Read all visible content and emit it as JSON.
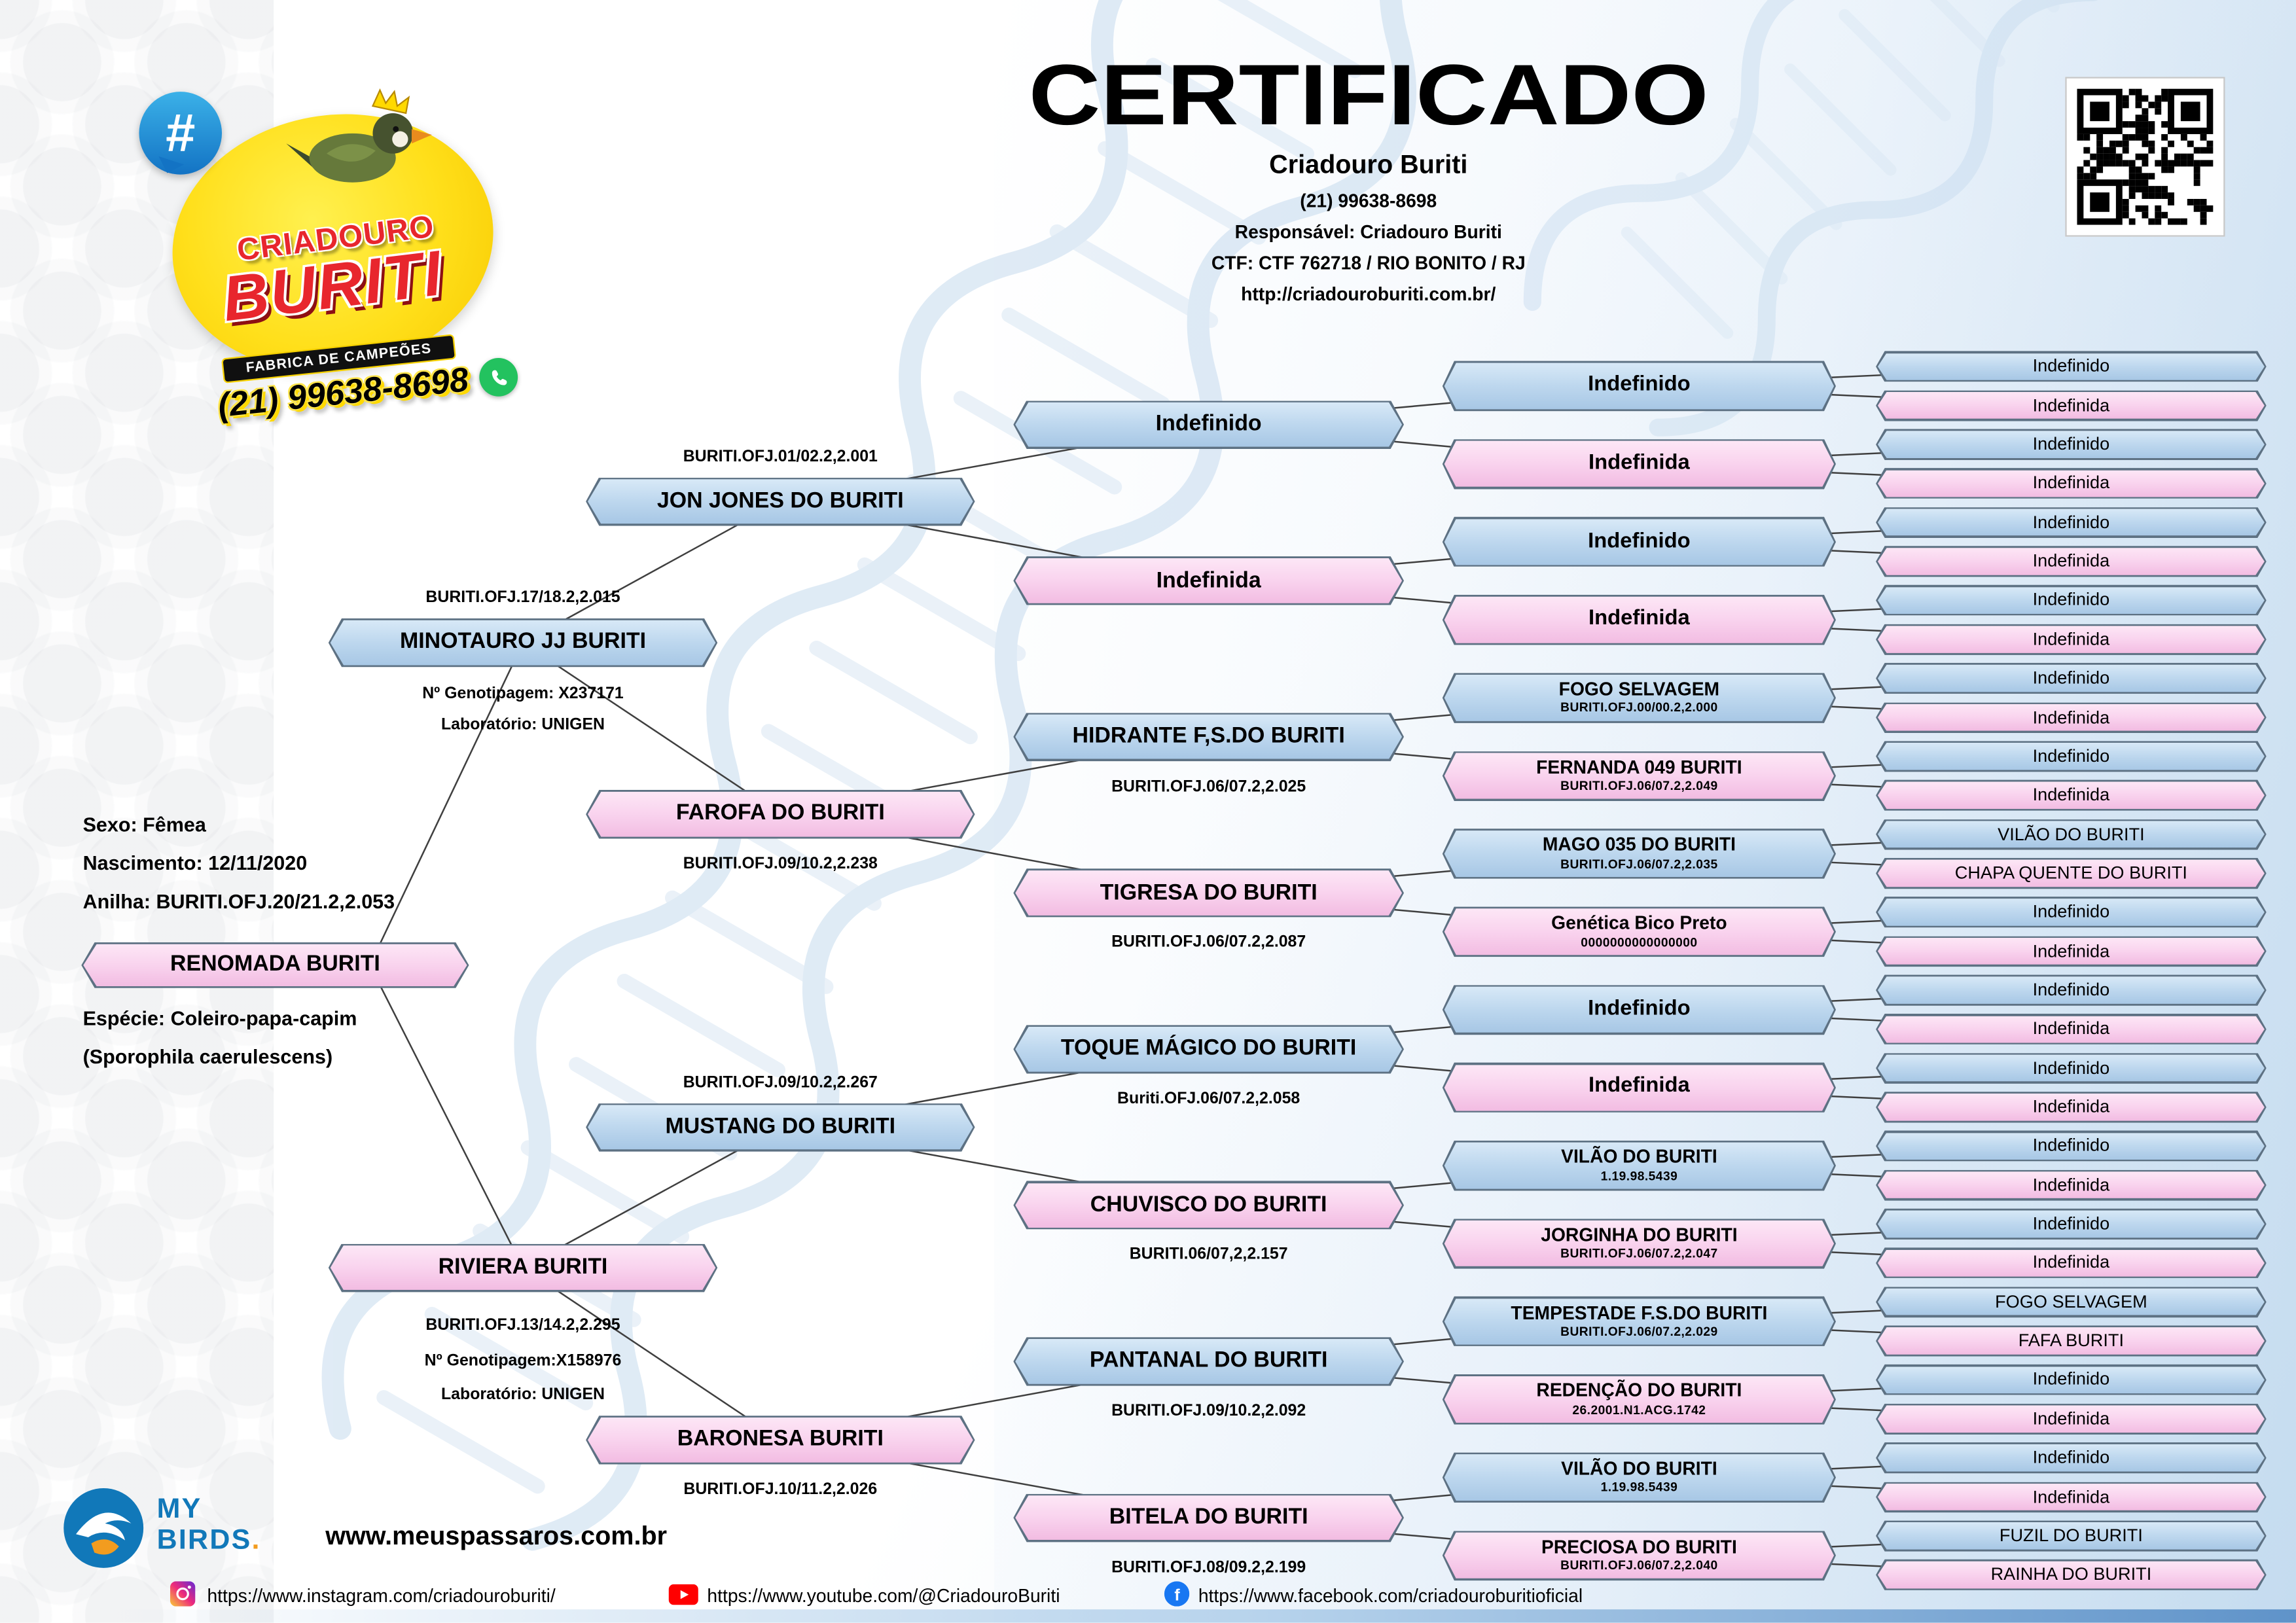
{
  "header": {
    "title": "CERTIFICADO",
    "breeder": "Criadouro Buriti",
    "phone": "(21) 99638-8698",
    "responsible": "Responsável: Criadouro Buriti",
    "ctf": "CTF: CTF 762718 / RIO BONITO / RJ",
    "website": "http://criadouroburiti.com.br/"
  },
  "logo": {
    "hashtag": "#",
    "line1": "CRIADOURO",
    "line2": "BURITI",
    "tagline": "FABRICA DE CAMPEÕES",
    "phone": "(21) 99638-8698"
  },
  "subject": {
    "sex_line": "Sexo: Fêmea",
    "birth_line": "Nascimento: 12/11/2020",
    "ring_line": "Anilha: BURITI.OFJ.20/21.2,2.053",
    "name": "RENOMADA BURITI",
    "species_line": "Espécie: Coleiro-papa-capim",
    "species_scientific": "(Sporophila caerulescens)"
  },
  "pedigree": {
    "gen1": [
      {
        "name": "MINOTAURO JJ BURITI",
        "sex": "m",
        "code_above": "BURITI.OFJ.17/18.2,2.015",
        "geno": "Nº Genotipagem: X237171",
        "lab": "Laboratório: UNIGEN"
      },
      {
        "name": "RIVIERA BURITI",
        "sex": "f",
        "code_below": "BURITI.OFJ.13/14.2,2.295",
        "geno": "Nº Genotipagem:X158976",
        "lab": "Laboratório: UNIGEN"
      }
    ],
    "gen2": [
      {
        "name": "JON JONES DO BURITI",
        "sex": "m",
        "code_above": "BURITI.OFJ.01/02.2,2.001"
      },
      {
        "name": "FAROFA DO BURITI",
        "sex": "f",
        "code_below": "BURITI.OFJ.09/10.2,2.238"
      },
      {
        "name": "MUSTANG DO BURITI",
        "sex": "m",
        "code_above": "BURITI.OFJ.09/10.2,2.267"
      },
      {
        "name": "BARONESA BURITI",
        "sex": "f",
        "code_below": "BURITI.OFJ.10/11.2,2.026"
      }
    ],
    "gen3": [
      {
        "name": "Indefinido",
        "sex": "m"
      },
      {
        "name": "Indefinida",
        "sex": "f"
      },
      {
        "name": "HIDRANTE F,S.DO BURITI",
        "sex": "m",
        "code_below": "BURITI.OFJ.06/07.2,2.025"
      },
      {
        "name": "TIGRESA DO BURITI",
        "sex": "f",
        "code_below": "BURITI.OFJ.06/07.2,2.087"
      },
      {
        "name": "TOQUE MÁGICO DO BURITI",
        "sex": "m",
        "code_below": "Buriti.OFJ.06/07.2,2.058"
      },
      {
        "name": "CHUVISCO DO BURITI",
        "sex": "f",
        "code_below": "BURITI.06/07,2,2.157"
      },
      {
        "name": "PANTANAL DO BURITI",
        "sex": "m",
        "code_below": "BURITI.OFJ.09/10.2,2.092"
      },
      {
        "name": "BITELA DO BURITI",
        "sex": "f",
        "code_below": "BURITI.OFJ.08/09.2,2.199"
      }
    ],
    "gen4": [
      {
        "name": "Indefinido",
        "sex": "m"
      },
      {
        "name": "Indefinida",
        "sex": "f"
      },
      {
        "name": "Indefinido",
        "sex": "m"
      },
      {
        "name": "Indefinida",
        "sex": "f"
      },
      {
        "name": "FOGO SELVAGEM",
        "sex": "m",
        "sub": "BURITI.OFJ.00/00.2,2.000"
      },
      {
        "name": "FERNANDA 049 BURITI",
        "sex": "f",
        "sub": "BURITI.OFJ.06/07.2,2.049"
      },
      {
        "name": "MAGO 035 DO BURITI",
        "sex": "m",
        "sub": "BURITI.OFJ.06/07.2,2.035"
      },
      {
        "name": "Genética Bico Preto",
        "sex": "f",
        "sub": "0000000000000000"
      },
      {
        "name": "Indefinido",
        "sex": "m"
      },
      {
        "name": "Indefinida",
        "sex": "f"
      },
      {
        "name": "VILÃO DO BURITI",
        "sex": "m",
        "sub": "1.19.98.5439"
      },
      {
        "name": "JORGINHA DO BURITI",
        "sex": "f",
        "sub": "BURITI.OFJ.06/07.2,2.047"
      },
      {
        "name": "TEMPESTADE F.S.DO BURITI",
        "sex": "m",
        "sub": "BURITI.OFJ.06/07.2,2.029"
      },
      {
        "name": "REDENÇÃO DO BURITI",
        "sex": "f",
        "sub": "26.2001.N1.ACG.1742"
      },
      {
        "name": "VILÃO DO BURITI",
        "sex": "m",
        "sub": "1.19.98.5439"
      },
      {
        "name": "PRECIOSA DO BURITI",
        "sex": "f",
        "sub": "BURITI.OFJ.06/07.2,2.040"
      }
    ],
    "gen5": [
      "Indefinido",
      "Indefinida",
      "Indefinido",
      "Indefinida",
      "Indefinido",
      "Indefinida",
      "Indefinido",
      "Indefinida",
      "Indefinido",
      "Indefinida",
      "Indefinido",
      "Indefinida",
      "VILÃO DO BURITI",
      "CHAPA QUENTE DO BURITI",
      "Indefinido",
      "Indefinida",
      "Indefinido",
      "Indefinida",
      "Indefinido",
      "Indefinida",
      "Indefinido",
      "Indefinida",
      "Indefinido",
      "Indefinida",
      "FOGO SELVAGEM",
      "FAFA BURITI",
      "Indefinido",
      "Indefinida",
      "Indefinido",
      "Indefinida",
      "FUZIL DO BURITI",
      "RAINHA DO BURITI"
    ]
  },
  "footer": {
    "brand_top": "MY",
    "brand_bottom": "BIRDS",
    "brand_dot": ".",
    "website": "www.meuspassaros.com.br",
    "instagram": "https://www.instagram.com/criadouroburiti/",
    "youtube": "https://www.youtube.com/@CriadouroBuriti",
    "facebook": "https://www.facebook.com/criadouroburitioficial"
  },
  "colors": {
    "male_box": "#bdd7ee",
    "female_box": "#f9d3ee",
    "box_border": "#5d7183",
    "logo_red": "#e8262d",
    "logo_yellow": "#ffd900",
    "whatsapp_green": "#23c25f",
    "youtube_red": "#ff0000",
    "facebook_blue": "#1877f2",
    "mybirds_blue": "#1178b9",
    "mybirds_orange": "#f29c1f"
  }
}
